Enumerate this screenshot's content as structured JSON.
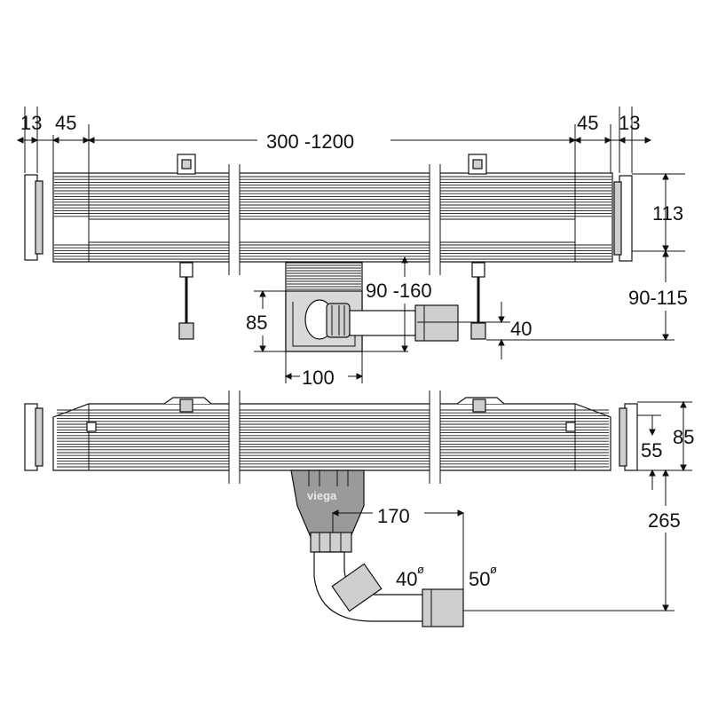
{
  "top_view": {
    "dim_end_left": "13",
    "dim_margin_left": "45",
    "dim_length": "300 -1200",
    "dim_margin_right": "45",
    "dim_end_right": "13",
    "dim_height": "113",
    "dim_adjust_range": "90-115",
    "dim_outlet_adjust": "90 -160",
    "dim_outlet_pipe": "40",
    "dim_trap_height": "85",
    "dim_trap_width": "100"
  },
  "bottom_view": {
    "dim_depth": "85",
    "dim_inner": "55",
    "dim_total_height": "265",
    "dim_outlet_offset": "170",
    "dim_pipe_small": "40",
    "dim_pipe_large": "50",
    "diameter_symbol": "ø",
    "brand_logo": "viega"
  }
}
